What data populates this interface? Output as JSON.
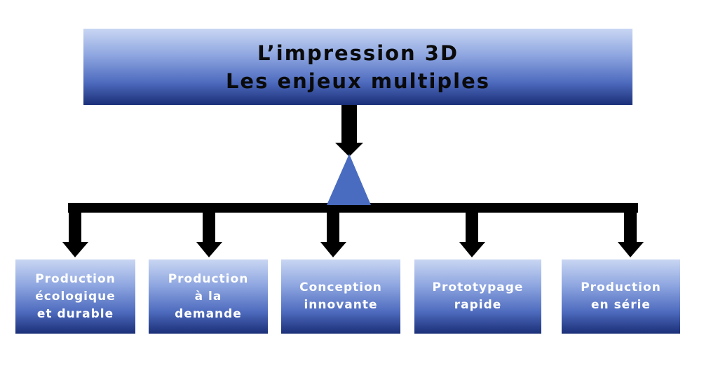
{
  "title": {
    "line1": "L’impression 3D",
    "line2": "Les enjeux multiples"
  },
  "nodes": [
    {
      "lines": [
        "Production",
        "écologique",
        "et durable"
      ]
    },
    {
      "lines": [
        "Production",
        "à la",
        "demande"
      ]
    },
    {
      "lines": [
        "Conception",
        "innovante"
      ]
    },
    {
      "lines": [
        "Prototypage",
        "rapide"
      ]
    },
    {
      "lines": [
        "Production",
        "en série"
      ]
    }
  ],
  "colors": {
    "box_top": "#c9d6f3",
    "box_bottom": "#1b2f78",
    "triangle": "#4a6cc0",
    "connector": "#000000",
    "title_text": "#0a0a0a",
    "node_text": "#ffffff"
  }
}
